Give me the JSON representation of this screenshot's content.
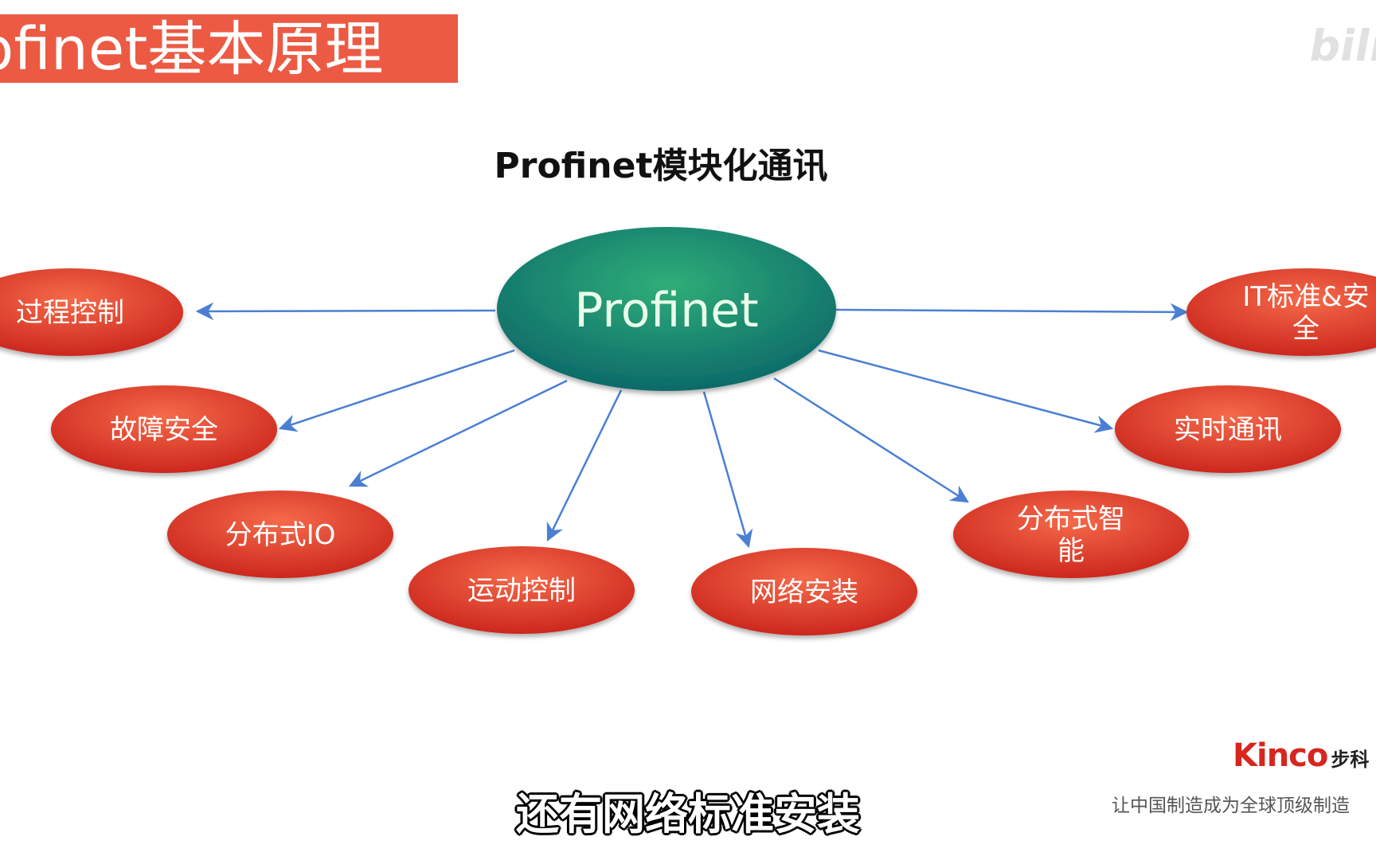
{
  "slide": {
    "title": "ofinet基本原理",
    "subtitle": "Profinet模块化通讯",
    "watermark": "bili"
  },
  "diagram": {
    "hub": "Profinet",
    "nodes": [
      {
        "id": "process-control",
        "lines": [
          "过程控制"
        ]
      },
      {
        "id": "fail-safe",
        "lines": [
          "故障安全"
        ]
      },
      {
        "id": "distributed-io",
        "lines": [
          "分布式IO"
        ]
      },
      {
        "id": "motion-control",
        "lines": [
          "运动控制"
        ]
      },
      {
        "id": "network-install",
        "lines": [
          "网络安装"
        ]
      },
      {
        "id": "distributed-intelligence",
        "lines": [
          "分布式智",
          "能"
        ]
      },
      {
        "id": "realtime-comm",
        "lines": [
          "实时通讯"
        ]
      },
      {
        "id": "it-standards-security",
        "lines": [
          "IT标准&安",
          "全"
        ]
      }
    ],
    "colors": {
      "hub_light": "#2fae78",
      "hub_dark": "#0d6a6a",
      "node_light": "#f56a4a",
      "node_dark": "#c9221a",
      "arrow": "#4a7fd4"
    }
  },
  "brand": {
    "name": "Kinco",
    "name_cn": "步科",
    "slogan": "让中国制造成为全球顶级制造"
  },
  "caption": "还有网络标准安装"
}
